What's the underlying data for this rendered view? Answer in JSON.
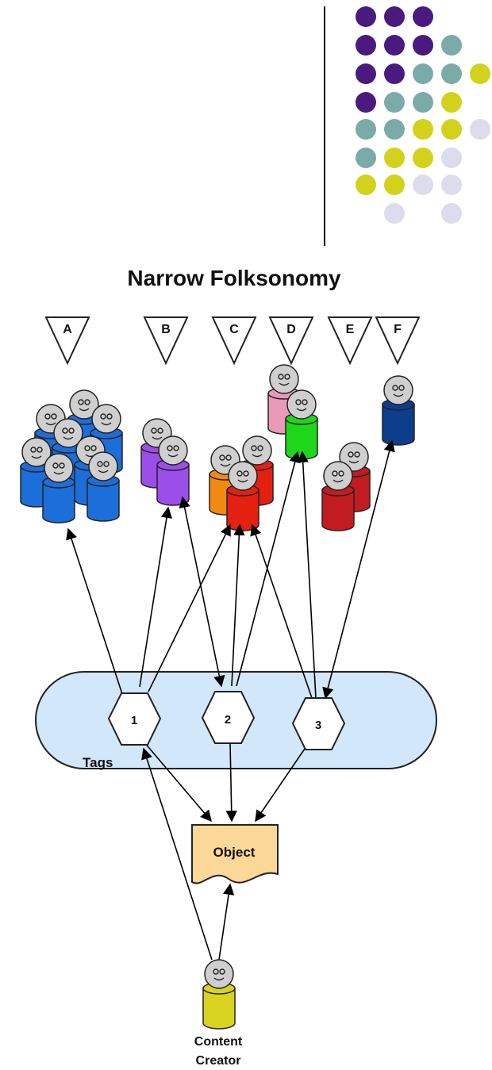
{
  "title": "Narrow Folksonomy",
  "tag_sets": [
    "A",
    "B",
    "C",
    "D",
    "E",
    "F"
  ],
  "tags": [
    "1",
    "2",
    "3"
  ],
  "tags_label": "Tags",
  "object_label": "Object",
  "creator_label_line1": "Content",
  "creator_label_line2": "Creator",
  "colors": {
    "purple": "#4a1a7e",
    "teal": "#7aaba9",
    "yellow": "#d2d21c",
    "lavender": "#dcdcec",
    "tags_pill_fill": "#d2e7f9",
    "object_fill": "#fbd898",
    "group_a": "#1c6ed8",
    "group_b": "#9b4ee8",
    "group_c_orange": "#f08a12",
    "group_c_red": "#e42010",
    "group_d_pink": "#e89ab8",
    "group_d_green": "#1ed61a",
    "group_e": "#c21c20",
    "group_f": "#0c3e8c",
    "creator": "#d8d220"
  },
  "decor_dot_grid": [
    [
      "purple",
      "purple",
      "purple",
      null,
      null
    ],
    [
      "purple",
      "purple",
      "purple",
      "teal",
      null
    ],
    [
      "purple",
      "purple",
      "teal",
      "teal",
      "yellow"
    ],
    [
      "purple",
      "teal",
      "teal",
      "yellow",
      null
    ],
    [
      "teal",
      "teal",
      "yellow",
      "yellow",
      "lavender"
    ],
    [
      "teal",
      "yellow",
      "yellow",
      "lavender",
      null
    ],
    [
      "yellow",
      "yellow",
      "lavender",
      "lavender",
      null
    ],
    [
      null,
      "lavender",
      null,
      "lavender",
      null
    ]
  ]
}
